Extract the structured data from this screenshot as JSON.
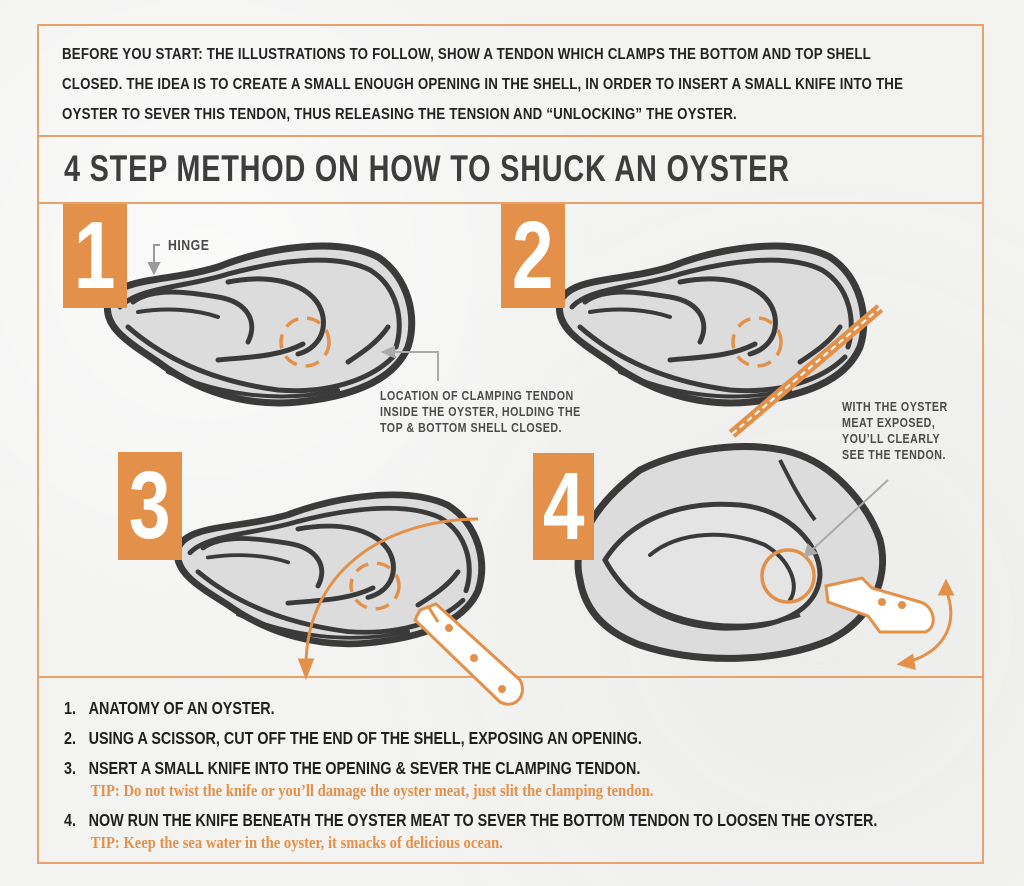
{
  "intro": {
    "lines": [
      "BEFORE YOU START: THE ILLUSTRATIONS TO FOLLOW, SHOW A TENDON WHICH CLAMPS THE BOTTOM AND TOP SHELL",
      "CLOSED. THE IDEA IS TO CREATE A SMALL ENOUGH OPENING IN THE SHELL, IN ORDER TO INSERT A SMALL KNIFE INTO THE",
      "OYSTER TO SEVER THIS TENDON, THUS RELEASING THE TENSION AND “UNLOCKING” THE OYSTER."
    ]
  },
  "title": "4 STEP METHOD ON HOW TO SHUCK AN OYSTER",
  "panels": [
    {
      "number": "1",
      "labels": {
        "hinge": "HINGE",
        "tendon_lines": [
          "LOCATION OF CLAMPING TENDON",
          "INSIDE THE OYSTER, HOLDING THE",
          "TOP & BOTTOM SHELL CLOSED."
        ]
      }
    },
    {
      "number": "2"
    },
    {
      "number": "3"
    },
    {
      "number": "4",
      "labels": {
        "exposed_lines": [
          "WITH THE OYSTER",
          "MEAT EXPOSED,",
          "YOU’LL CLEARLY",
          "SEE THE TENDON."
        ]
      }
    }
  ],
  "steps": [
    {
      "num": "1.",
      "text": "ANATOMY OF AN OYSTER."
    },
    {
      "num": "2.",
      "text": "USING A SCISSOR, CUT OFF THE END OF THE SHELL, EXPOSING AN OPENING."
    },
    {
      "num": "3.",
      "text": "NSERT A SMALL KNIFE INTO THE OPENING & SEVER THE CLAMPING TENDON.",
      "tip": "TIP: Do not twist the knife or you’ll damage the oyster meat, just slit the clamping tendon."
    },
    {
      "num": "4.",
      "text": "NOW RUN THE KNIFE BENEATH THE OYSTER MEAT TO SEVER THE BOTTOM TENDON TO LOOSEN THE OYSTER.",
      "tip": "TIP: Keep the sea water in the oyster, it smacks of delicious ocean."
    }
  ],
  "colors": {
    "accent": "#e3914a",
    "border": "#eaa06a",
    "shell_outline": "#3a3a3a",
    "shell_fill": "#dcdcdc",
    "text_dark": "#232323",
    "label_gray": "#4a4a4a"
  }
}
